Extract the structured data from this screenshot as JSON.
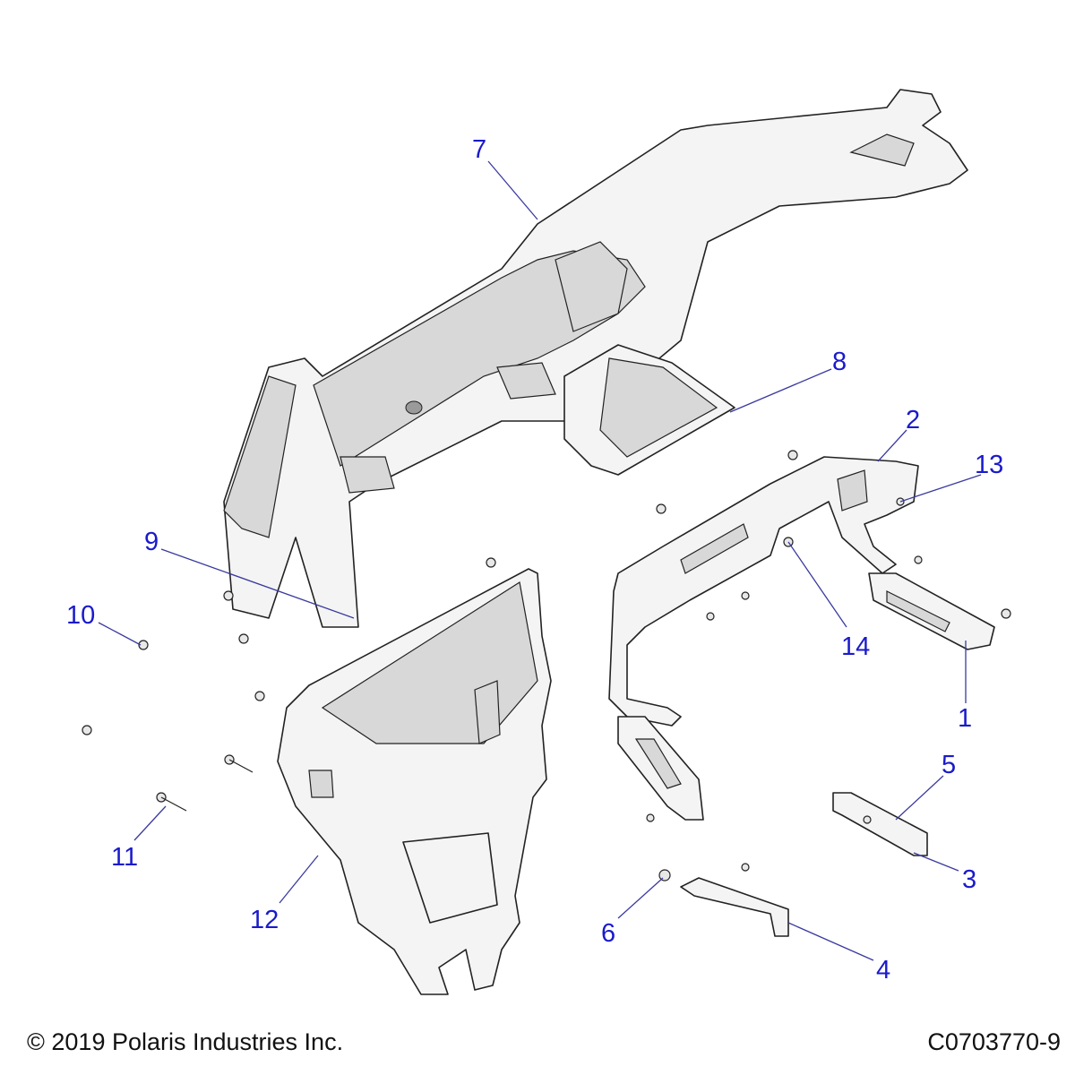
{
  "callouts": [
    {
      "id": "7",
      "label": "7"
    },
    {
      "id": "8",
      "label": "8"
    },
    {
      "id": "2",
      "label": "2"
    },
    {
      "id": "13",
      "label": "13"
    },
    {
      "id": "9",
      "label": "9"
    },
    {
      "id": "14",
      "label": "14"
    },
    {
      "id": "10",
      "label": "10"
    },
    {
      "id": "1",
      "label": "1"
    },
    {
      "id": "5",
      "label": "5"
    },
    {
      "id": "11",
      "label": "11"
    },
    {
      "id": "3",
      "label": "3"
    },
    {
      "id": "12",
      "label": "12"
    },
    {
      "id": "6",
      "label": "6"
    },
    {
      "id": "4",
      "label": "4"
    }
  ],
  "footer": {
    "copyright": "© 2019 Polaris Industries Inc.",
    "drawing_number": "C0703770-9"
  },
  "colors": {
    "callout": "#1a1acc",
    "leader": "#3a3aa0"
  }
}
